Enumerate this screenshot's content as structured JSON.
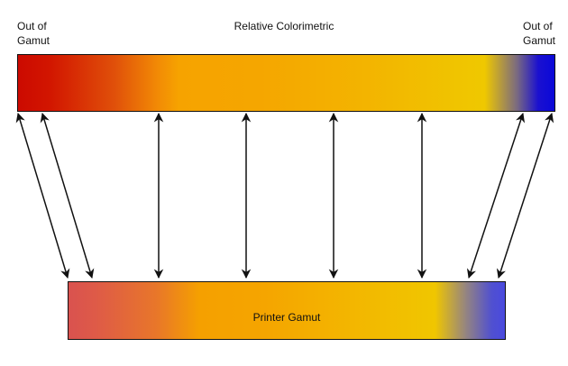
{
  "labels": {
    "out_of_gamut_left": [
      "Out of",
      "Gamut"
    ],
    "out_of_gamut_right": [
      "Out of",
      "Gamut"
    ],
    "title": "Relative Colorimetric",
    "printer_gamut": "Printer Gamut"
  },
  "colors": {
    "arrow": "#111111",
    "red": "#cc0a00",
    "orange": "#f5a600",
    "yellow": "#efc800",
    "blue": "#0a08d8"
  },
  "mappings": [
    "out-of-gamut-red-1",
    "out-of-gamut-red-2",
    "orange",
    "orange-yellow",
    "yellow-1",
    "yellow-2",
    "out-of-gamut-blue-1",
    "out-of-gamut-blue-2"
  ]
}
